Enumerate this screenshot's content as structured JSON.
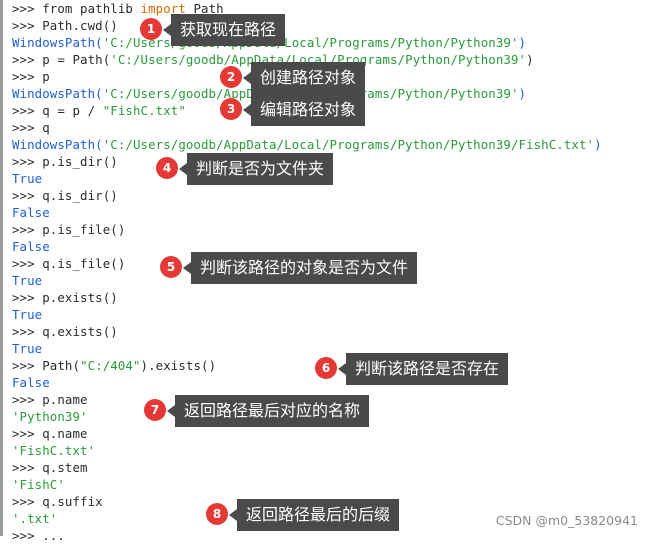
{
  "lines": [
    {
      "prompt": ">>> ",
      "code_a": "from pathlib ",
      "kw": "import",
      "code_b": " Path"
    },
    {
      "prompt": ">>> ",
      "code_a": "Path.cwd()"
    },
    {
      "out_a": "WindowsPath(",
      "str": "'C:/Users/goodb/AppData/Local/Programs/Python/Python39'",
      "out_b": ")"
    },
    {
      "prompt": ">>> ",
      "code_a": "p = Path(",
      "str": "'C:/Users/goodb/AppData/Local/Programs/Python/Python39'",
      "code_b": ")"
    },
    {
      "prompt": ">>> ",
      "code_a": "p"
    },
    {
      "out_a": "WindowsPath(",
      "str": "'C:/Users/goodb/AppData/Local/Programs/Python/Python39'",
      "out_b": ")"
    },
    {
      "prompt": ">>> ",
      "code_a": "q = p / ",
      "str": "\"FishC.txt\""
    },
    {
      "prompt": ">>> ",
      "code_a": "q"
    },
    {
      "out_a": "WindowsPath(",
      "str": "'C:/Users/goodb/AppData/Local/Programs/Python/Python39/FishC.txt'",
      "out_b": ")"
    },
    {
      "prompt": ">>> ",
      "code_a": "p.is_dir()"
    },
    {
      "out_a": "True"
    },
    {
      "prompt": ">>> ",
      "code_a": "q.is_dir()"
    },
    {
      "out_a": "False"
    },
    {
      "prompt": ">>> ",
      "code_a": "p.is_file()"
    },
    {
      "out_a": "False"
    },
    {
      "prompt": ">>> ",
      "code_a": "q.is_file()"
    },
    {
      "out_a": "True"
    },
    {
      "prompt": ">>> ",
      "code_a": "p.exists()"
    },
    {
      "out_a": "True"
    },
    {
      "prompt": ">>> ",
      "code_a": "q.exists()"
    },
    {
      "out_a": "True"
    },
    {
      "prompt": ">>> ",
      "code_a": "Path(",
      "str": "\"C:/404\"",
      "code_b": ").exists()"
    },
    {
      "out_a": "False"
    },
    {
      "prompt": ">>> ",
      "code_a": "p.name"
    },
    {
      "str": "'Python39'"
    },
    {
      "prompt": ">>> ",
      "code_a": "q.name"
    },
    {
      "str": "'FishC.txt'"
    },
    {
      "prompt": ">>> ",
      "code_a": "q.stem"
    },
    {
      "str": "'FishC'"
    },
    {
      "prompt": ">>> ",
      "code_a": "q.suffix"
    },
    {
      "str": "'.txt'"
    },
    {
      "prompt": ">>> ",
      "code_a": "..."
    }
  ],
  "annotations": [
    {
      "number": "1",
      "text": "获取现在路径"
    },
    {
      "number": "2",
      "text": "创建路径对象"
    },
    {
      "number": "3",
      "text": "编辑路径对象"
    },
    {
      "number": "4",
      "text": "判断是否为文件夹"
    },
    {
      "number": "5",
      "text": "判断该路径的对象是否为文件"
    },
    {
      "number": "6",
      "text": "判断该路径是否存在"
    },
    {
      "number": "7",
      "text": "返回路径最后对应的名称"
    },
    {
      "number": "8",
      "text": "返回路径最后的后缀"
    }
  ],
  "watermark": "CSDN @m0_53820941",
  "colors": {
    "badge": "#e53935",
    "note_bg": "#4a4a4a",
    "output": "#1f5fd6",
    "string": "#2a9a3a",
    "keyword": "#d76b00"
  }
}
